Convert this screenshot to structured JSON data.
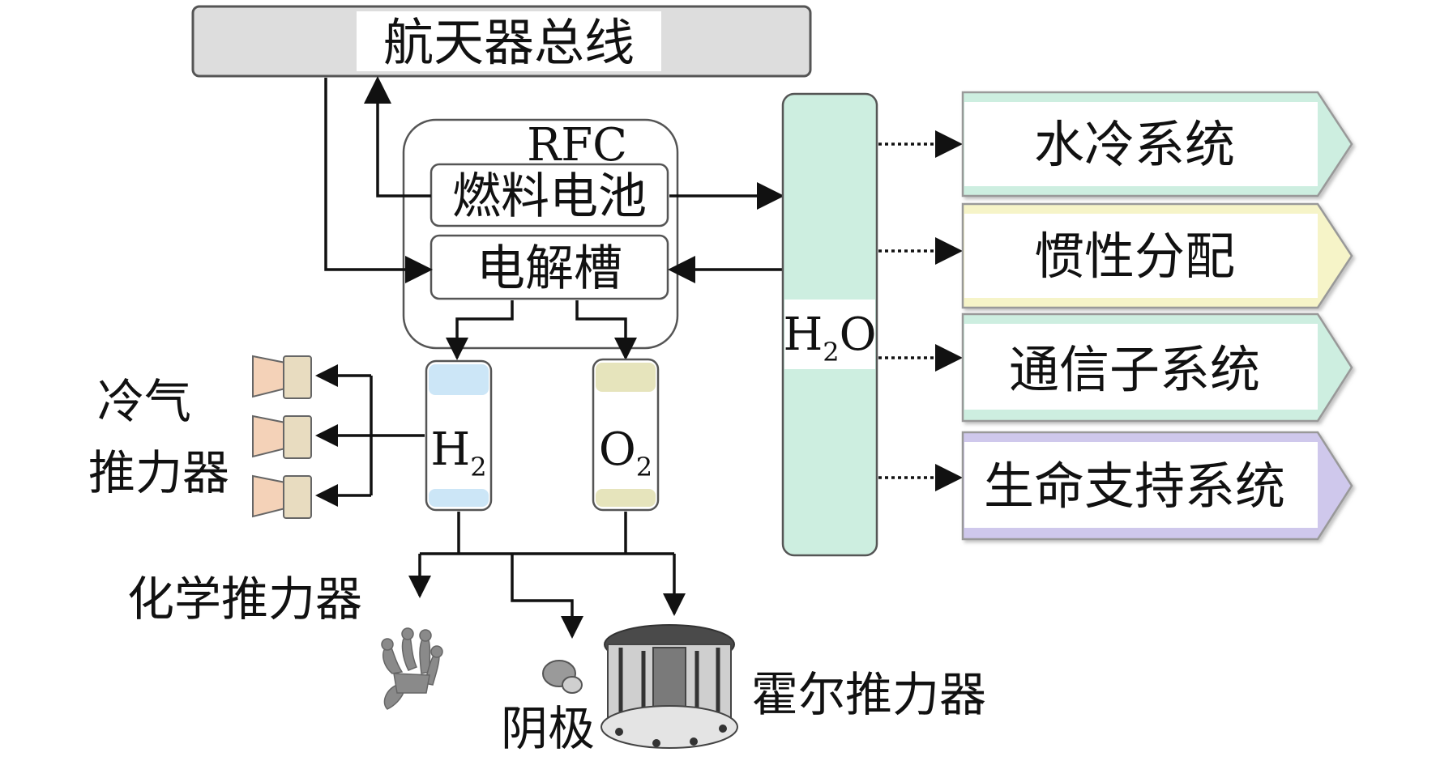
{
  "bus": {
    "label": "航天器总线"
  },
  "rfc": {
    "title": "RFC",
    "fuel_cell": "燃料电池",
    "electrolyzer": "电解槽"
  },
  "tanks": {
    "h2": {
      "element": "H",
      "subscript": "2"
    },
    "o2": {
      "element": "O",
      "subscript": "2"
    },
    "h2o": {
      "element": "H",
      "subscript": "2",
      "suffix": "O"
    }
  },
  "systems": [
    {
      "label": "水冷系统",
      "color": "#cdeee0"
    },
    {
      "label": "惯性分配",
      "color": "#f6f4c8"
    },
    {
      "label": "通信子系统",
      "color": "#cdeee0"
    },
    {
      "label": "生命支持系统",
      "color": "#cfc8ec"
    }
  ],
  "thrusters": {
    "cold_gas_line1": "冷气",
    "cold_gas_line2": "推力器",
    "chemical": "化学推力器",
    "cathode": "阴极",
    "hall": "霍尔推力器"
  },
  "colors": {
    "bus_fill": "#dddddd",
    "h2o_fill": "#cdeee0",
    "h2_band": "#cce6f7",
    "o2_band": "#e6e4bc",
    "nozzle_fill": "#f4d2b8",
    "nozzle_body": "#e8dcc0"
  }
}
